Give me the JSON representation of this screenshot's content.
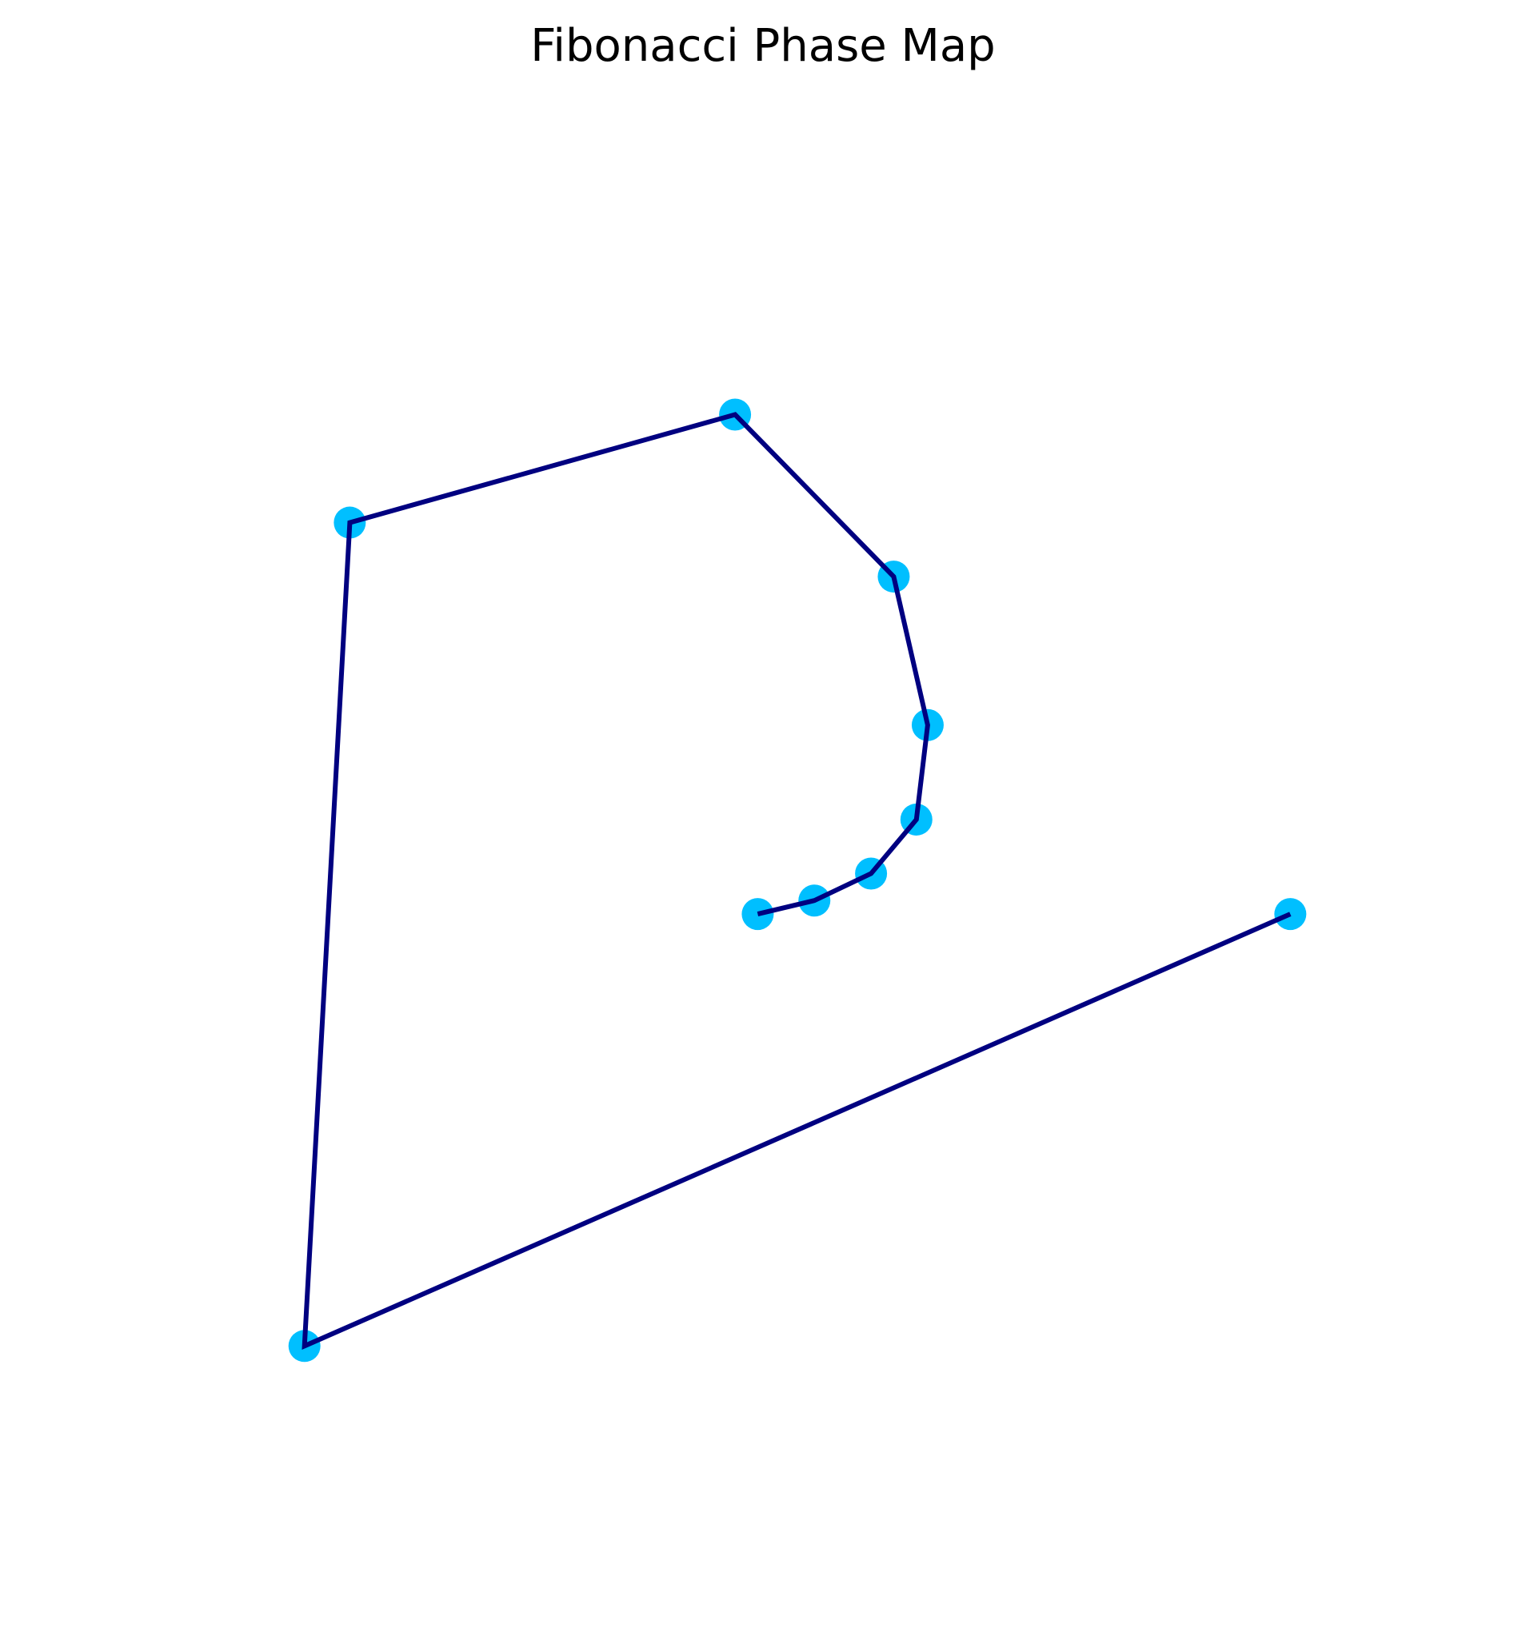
{
  "chart_data": {
    "type": "line",
    "title": "Fibonacci Phase Map",
    "xlabel": "",
    "ylabel": "",
    "axes_visible": false,
    "grid": false,
    "legend": "none",
    "x": [
      0.1,
      0.6,
      1.1,
      1.5,
      1.6,
      1.3,
      -0.1,
      -3.5,
      -3.9,
      4.8
    ],
    "y": [
      0.0,
      0.1,
      0.3,
      0.7,
      1.4,
      2.5,
      3.7,
      2.9,
      -3.2,
      0.0
    ],
    "xlim": [
      -4.9,
      5.2
    ],
    "ylim": [
      -4.3,
      5.8
    ],
    "colors": {
      "line": "#000080",
      "marker": "#00bfff"
    }
  }
}
